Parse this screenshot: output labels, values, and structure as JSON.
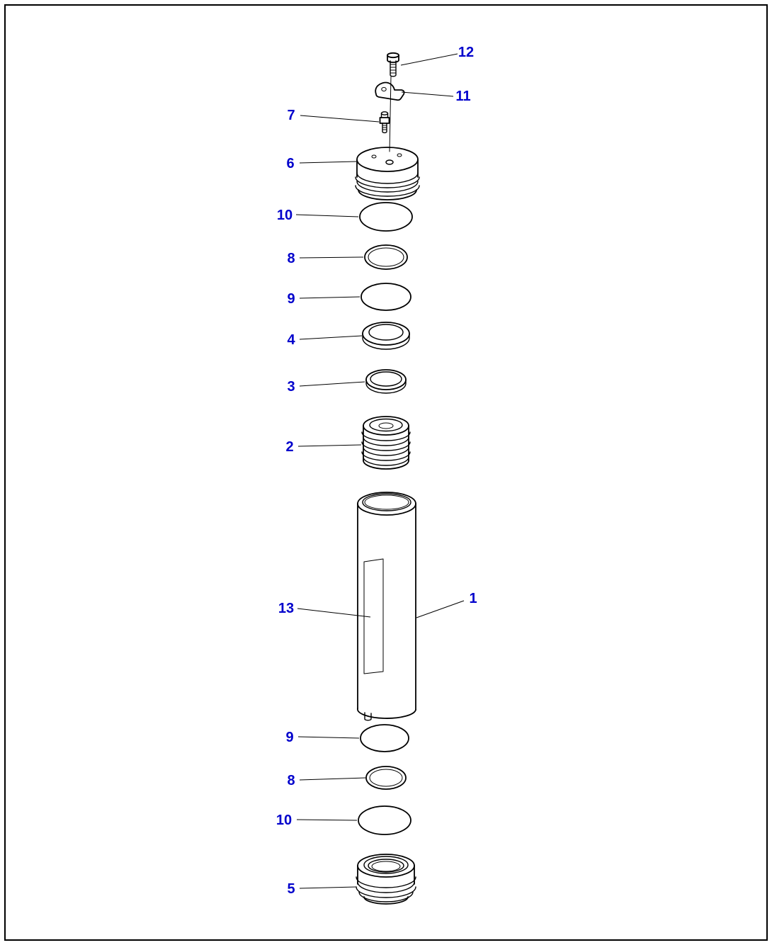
{
  "figure": {
    "type": "exploded-parts-diagram",
    "background": "#ffffff",
    "border_color": "#000000",
    "line_color": "#000000",
    "callout_color": "#0000cc"
  },
  "diagram": {
    "callouts": {
      "c12": "12",
      "c11": "11",
      "c7": "7",
      "c6": "6",
      "c10_top": "10",
      "c8_top": "8",
      "c9_top": "9",
      "c4": "4",
      "c3": "3",
      "c2": "2",
      "c1": "1",
      "c13": "13",
      "c9_bottom": "9",
      "c8_bottom": "8",
      "c10_bottom": "10",
      "c5": "5"
    }
  }
}
